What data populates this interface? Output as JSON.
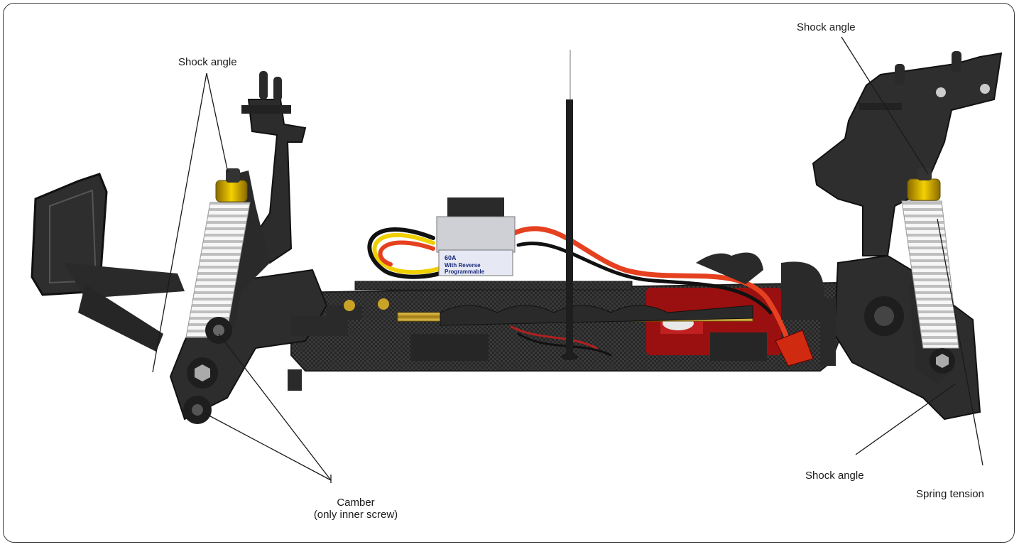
{
  "labels": {
    "shock_angle_front_left": "Shock angle",
    "shock_angle_rear_top": "Shock angle",
    "shock_angle_rear_bottom": "Shock angle",
    "spring_tension": "Spring tension",
    "camber_line1": "Camber",
    "camber_line2": "(only inner screw)"
  },
  "esc_label": {
    "rating": "60A",
    "line1": "With Reverse",
    "line2": "Programmable"
  },
  "colors": {
    "chassis": "#2b2b2b",
    "plastic": "#333333",
    "shock_gold": "#d8b000",
    "spring": "#f2f2f2",
    "wire_red": "#e5401f",
    "wire_yellow": "#f0d000",
    "rod_gold": "#c9a227",
    "leader_line": "#1a1a1a"
  }
}
